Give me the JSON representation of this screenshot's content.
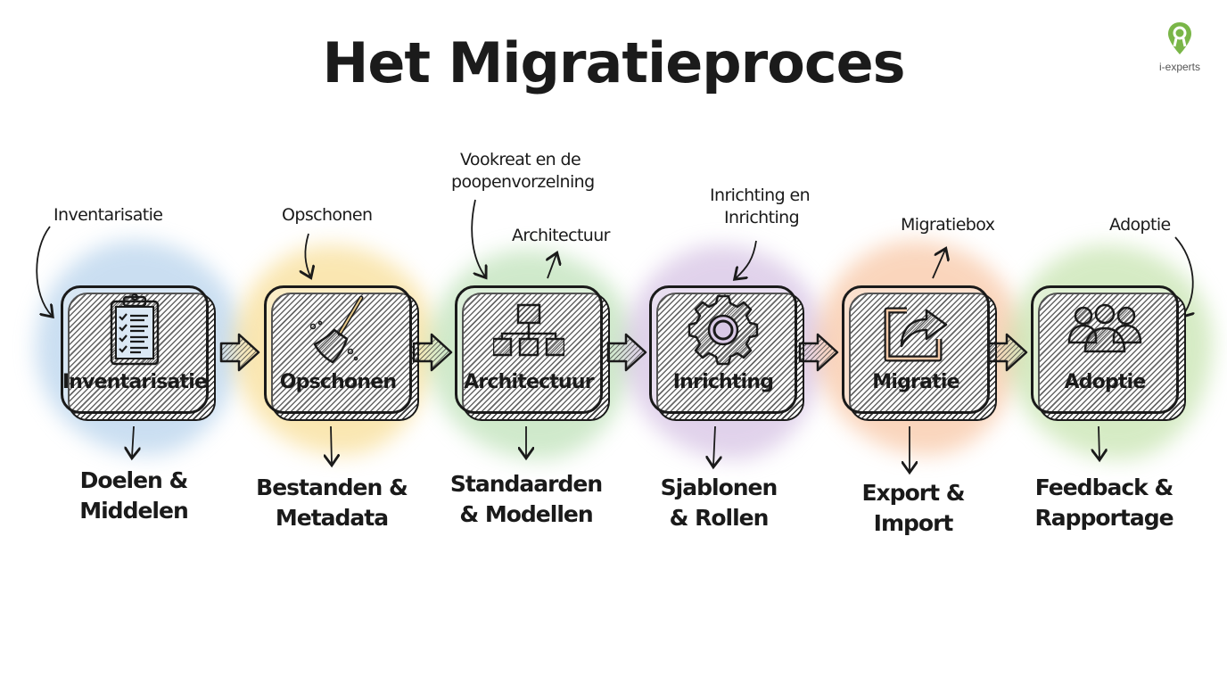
{
  "title": "Het Migratieproces",
  "logo": {
    "text": "i-experts",
    "icon": "location-pin-icon",
    "color": "#7ab648"
  },
  "steps": [
    {
      "label": "Inventarisatie",
      "icon": "clipboard-checklist-icon",
      "color": "#a9c8e8",
      "top_annotation": "Inventarisatie",
      "bottom_label_1": "Doelen &",
      "bottom_label_2": "Middelen"
    },
    {
      "label": "Opschonen",
      "icon": "broom-icon",
      "color": "#f7d77a",
      "top_annotation": "Opschonen",
      "bottom_label_1": "Bestanden &",
      "bottom_label_2": "Metadata"
    },
    {
      "label": "Architectuur",
      "icon": "hierarchy-org-chart-icon",
      "color": "#b5dcaf",
      "top_annotation_1": "Vookreat en de",
      "top_annotation_2": "poopenvorzelning",
      "top_annotation_secondary": "Architectuur",
      "bottom_label_1": "Standaarden",
      "bottom_label_2": "& Modellen"
    },
    {
      "label": "Inrichting",
      "icon": "gear-icon",
      "color": "#cdb6dc",
      "top_annotation_1": "Inrichting en",
      "top_annotation_2": "Inrichting",
      "bottom_label_1": "Sjablonen",
      "bottom_label_2": "& Rollen"
    },
    {
      "label": "Migratie",
      "icon": "export-share-icon",
      "color": "#f7b98c",
      "top_annotation": "Migratiebox",
      "bottom_label_1": "Export &",
      "bottom_label_2": "Import"
    },
    {
      "label": "Adoptie",
      "icon": "user-group-icon",
      "color": "#b8dc9c",
      "top_annotation": "Adoptie",
      "bottom_label_1": "Feedback &",
      "bottom_label_2": "Rapportage"
    }
  ],
  "connector_icon": "hatched-arrow-right-icon"
}
